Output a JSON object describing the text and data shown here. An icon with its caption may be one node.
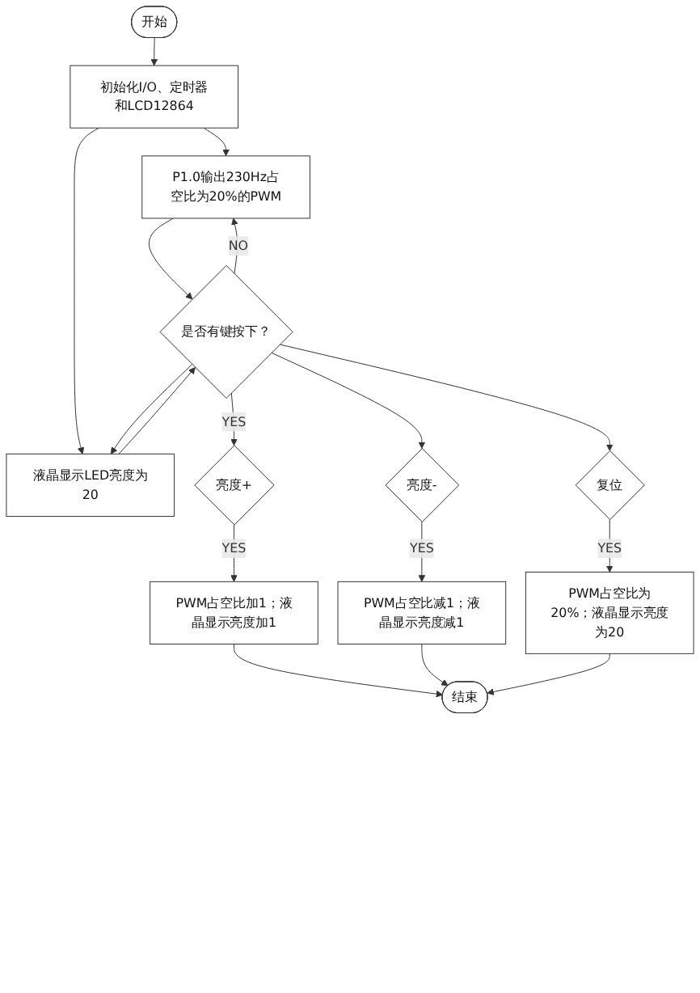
{
  "diagram": {
    "nodes": [
      {
        "text": [
          "开始"
        ]
      },
      {
        "text": [
          "初始化I/O、定时器和LCD12864"
        ]
      },
      {
        "text": [
          "P1.0输出230Hz占空比为20%的PWM"
        ]
      },
      {
        "text": [
          "液晶显示LED亮度为20"
        ]
      },
      {
        "text": [
          "是否有键按下？"
        ]
      },
      {
        "text": [
          "亮度+"
        ]
      },
      {
        "text": [
          "亮度-"
        ]
      },
      {
        "text": [
          "复位"
        ]
      },
      {
        "text": [
          "PWM占空比加1；液晶显示亮度加1"
        ]
      },
      {
        "text": [
          "PWM占空比减1；液晶显示亮度减1"
        ]
      },
      {
        "text": [
          "PWM占空比为20%；液晶显示亮度为20"
        ]
      },
      {
        "text": [
          "结束"
        ]
      }
    ],
    "edges": [
      {
        "from": 0,
        "to": 1,
        "arrow": "to"
      },
      {
        "from": 1,
        "to": 2,
        "arrow": "to"
      },
      {
        "from": 1,
        "to": 3,
        "arrow": "to"
      },
      {
        "from": 2,
        "to": 4,
        "arrow": "to"
      },
      {
        "from": 3,
        "to": 4,
        "arrow": "to"
      },
      {
        "from": 4,
        "to": 2,
        "arrow": "to",
        "label": "NO"
      },
      {
        "from": 4,
        "to": 3,
        "arrow": "to"
      },
      {
        "from": 4,
        "to": 5,
        "arrow": "to",
        "label": "YES"
      },
      {
        "from": 4,
        "to": 6,
        "arrow": "to"
      },
      {
        "from": 4,
        "to": 7,
        "arrow": "to"
      },
      {
        "from": 5,
        "to": 8,
        "arrow": "to",
        "label": "YES"
      },
      {
        "from": 6,
        "to": 9,
        "arrow": "to",
        "label": "YES"
      },
      {
        "from": 7,
        "to": 10,
        "arrow": "to",
        "label": "YES"
      },
      {
        "from": 8,
        "to": 11,
        "arrow": "to"
      },
      {
        "from": 9,
        "to": 11,
        "arrow": "to"
      },
      {
        "from": 10,
        "to": 11,
        "arrow": "to"
      }
    ]
  }
}
